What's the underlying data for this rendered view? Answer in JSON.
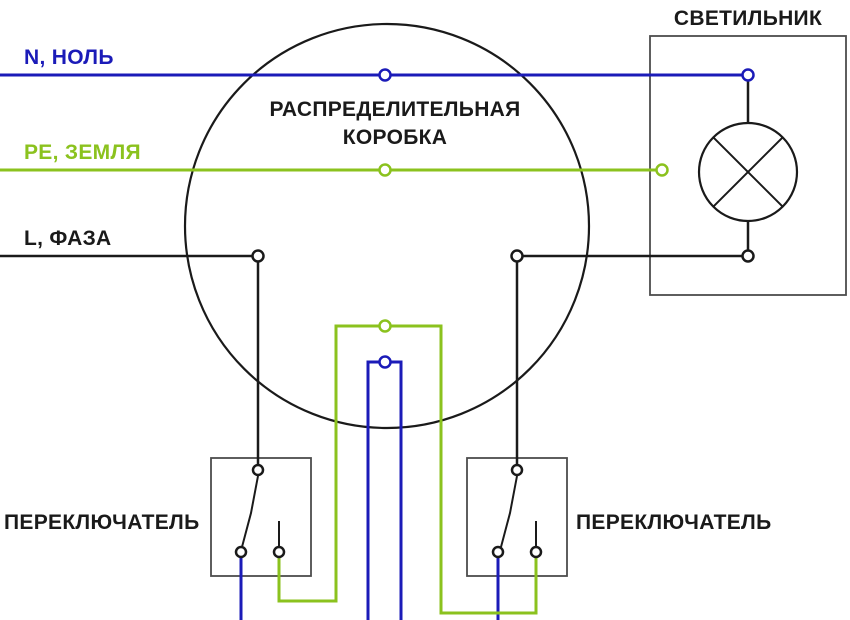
{
  "colors": {
    "neutral_blue": "#1b1bb8",
    "earth_green": "#8bc21e",
    "phase_black": "#1a1a1a",
    "box_outline": "#4d4d4d",
    "background": "#ffffff"
  },
  "bus_labels": {
    "neutral": "N, НОЛЬ",
    "earth": "PE, ЗЕМЛЯ",
    "phase": "L, ФАЗА"
  },
  "junction_box": {
    "label_line1": "РАСПРЕДЕЛИТЕЛЬНАЯ",
    "label_line2": "КОРОБКА"
  },
  "luminaire": {
    "label": "СВЕТИЛЬНИК"
  },
  "switches": {
    "left_label": "ПЕРЕКЛЮЧАТЕЛЬ",
    "right_label": "ПЕРЕКЛЮЧАТЕЛЬ"
  }
}
